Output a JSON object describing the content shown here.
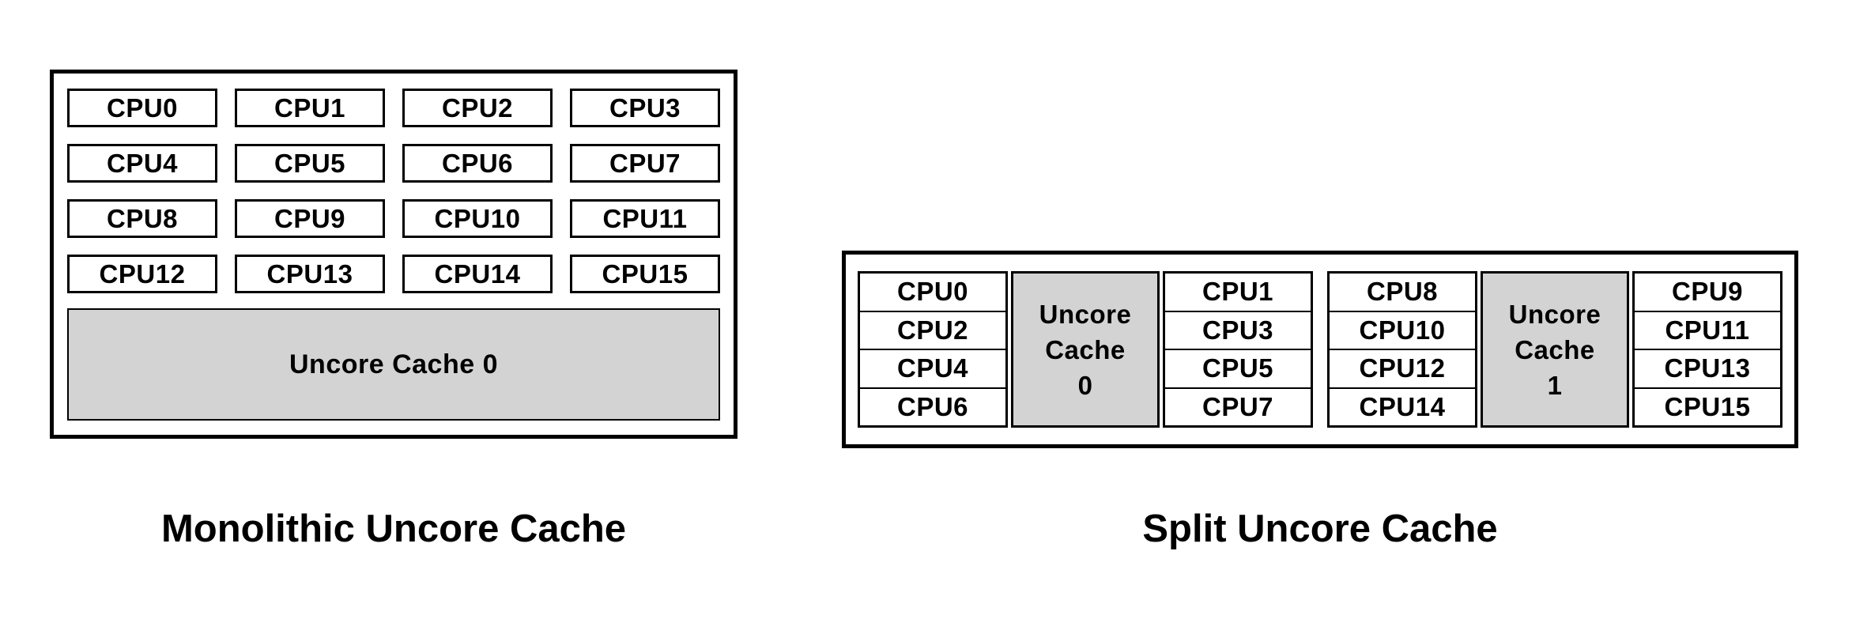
{
  "colors": {
    "background": "#ffffff",
    "border": "#000000",
    "text": "#000000",
    "cache_fill": "#d3d3d3"
  },
  "monolithic": {
    "caption": "Monolithic Uncore Cache",
    "cpus": [
      "CPU0",
      "CPU1",
      "CPU2",
      "CPU3",
      "CPU4",
      "CPU5",
      "CPU6",
      "CPU7",
      "CPU8",
      "CPU9",
      "CPU10",
      "CPU11",
      "CPU12",
      "CPU13",
      "CPU14",
      "CPU15"
    ],
    "cache_label": "Uncore Cache 0"
  },
  "split": {
    "caption": "Split Uncore Cache",
    "clusters": [
      {
        "left_cpus": [
          "CPU0",
          "CPU2",
          "CPU4",
          "CPU6"
        ],
        "cache_lines": [
          "Uncore",
          "Cache",
          "0"
        ],
        "right_cpus": [
          "CPU1",
          "CPU3",
          "CPU5",
          "CPU7"
        ]
      },
      {
        "left_cpus": [
          "CPU8",
          "CPU10",
          "CPU12",
          "CPU14"
        ],
        "cache_lines": [
          "Uncore",
          "Cache",
          "1"
        ],
        "right_cpus": [
          "CPU9",
          "CPU11",
          "CPU13",
          "CPU15"
        ]
      }
    ]
  }
}
